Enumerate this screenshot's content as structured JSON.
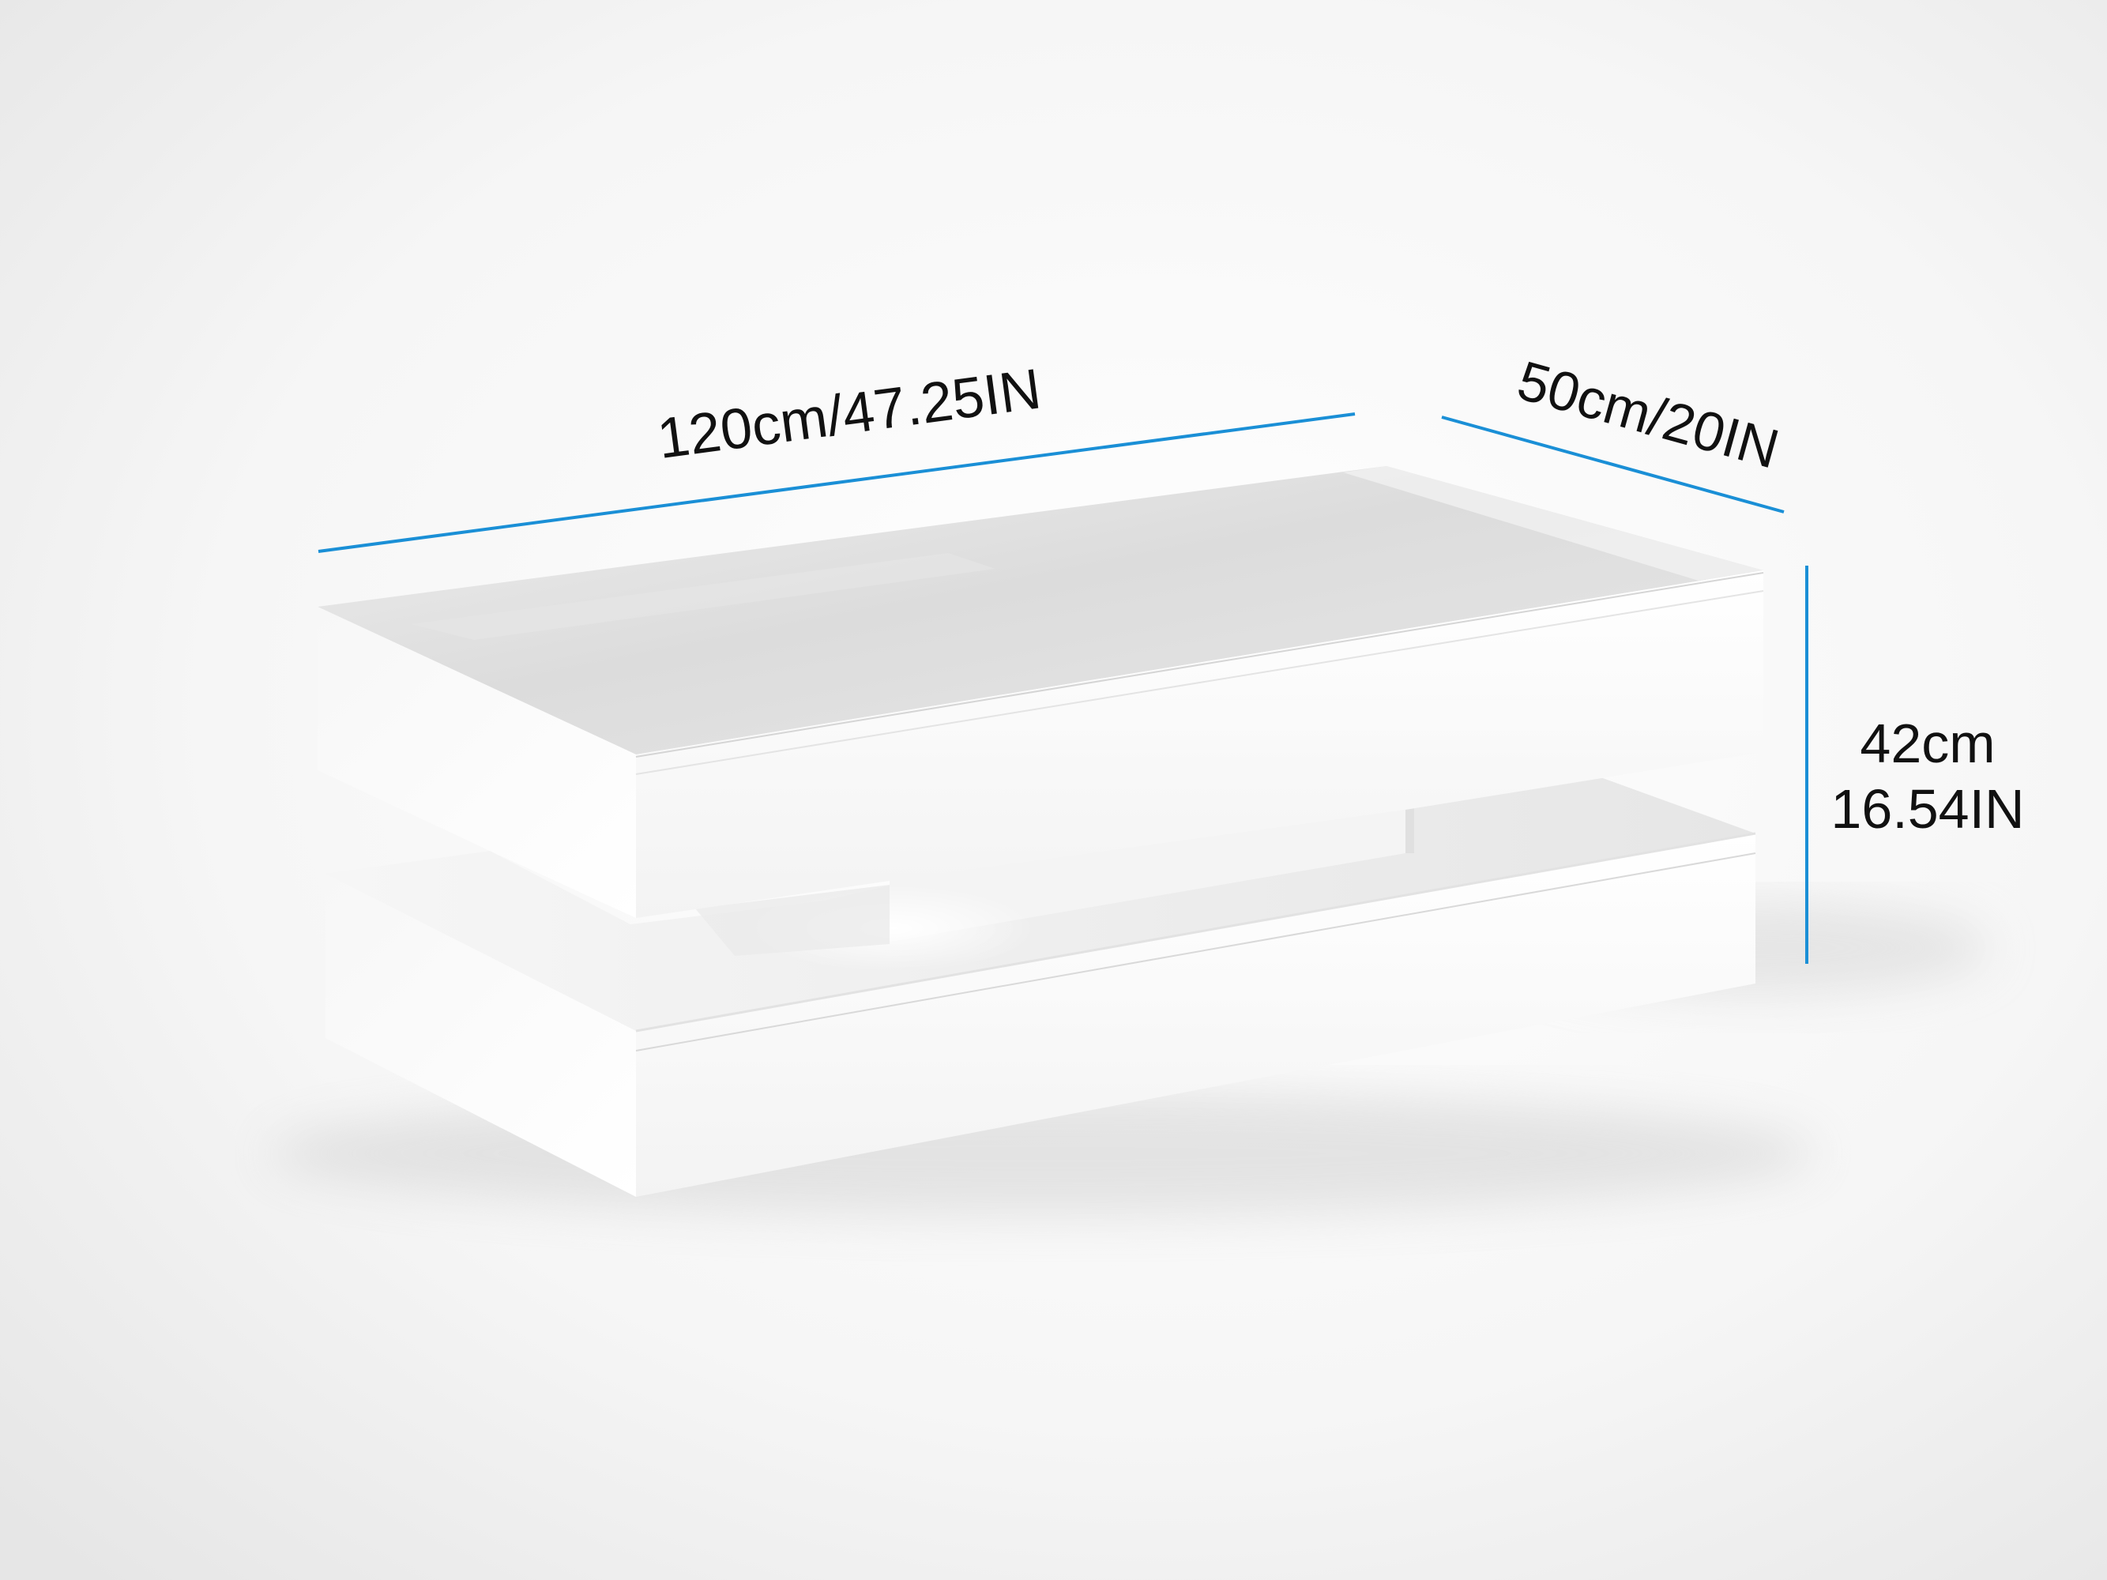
{
  "dimensions": {
    "length_label": "120cm/47.25IN",
    "depth_label": "50cm/20IN",
    "height_line1": "42cm",
    "height_line2": "16.54IN"
  },
  "colors": {
    "dimension_line": "#1a8fd6",
    "label_text": "#111111",
    "table_white": "#ffffff",
    "background": "#f1f1f1"
  }
}
